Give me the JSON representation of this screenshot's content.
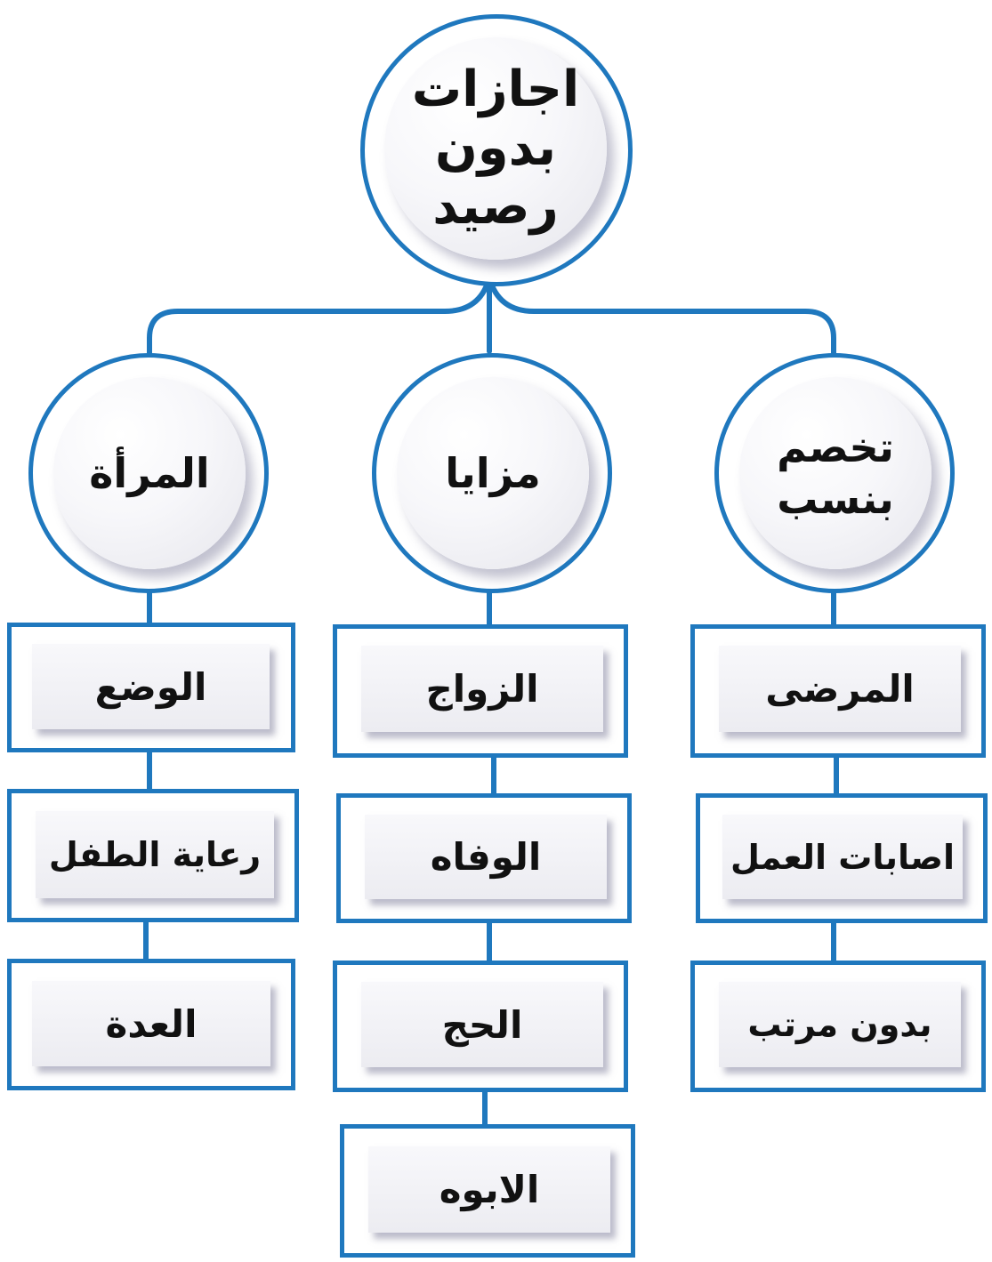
{
  "colors": {
    "accent": "#1f78be",
    "text": "#111111",
    "fill": "#eeeef2"
  },
  "root": {
    "label_lines": [
      "اجازات",
      "بدون",
      "رصيد"
    ]
  },
  "categories": [
    {
      "label_lines": [
        "المرأة"
      ],
      "items": [
        "الوضع",
        "رعاية الطفل",
        "العدة"
      ]
    },
    {
      "label_lines": [
        "مزايا"
      ],
      "items": [
        "الزواج",
        "الوفاه",
        "الحج",
        "الابوه"
      ]
    },
    {
      "label_lines": [
        "تخصم",
        "بنسب"
      ],
      "items": [
        "المرضى",
        "اصابات العمل",
        "بدون مرتب"
      ]
    }
  ]
}
